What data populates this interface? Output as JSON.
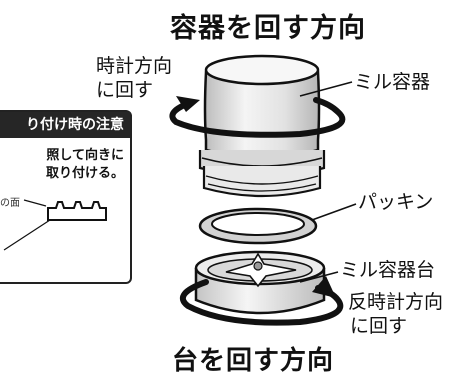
{
  "titles": {
    "top": "容器を回す方向",
    "bottom": "台を回す方向"
  },
  "labels": {
    "rotate_cw_line1": "時計方向",
    "rotate_cw_line2": "に回す",
    "mill_container": "ミル容器",
    "packing": "パッキン",
    "mill_base": "ミル容器台",
    "rotate_ccw_line1": "反時計方向",
    "rotate_ccw_line2": "に回す"
  },
  "note": {
    "header": "り付け時の注意",
    "line1": "照して向きに",
    "line2": "取り付ける。",
    "face_label": "の面"
  },
  "colors": {
    "ink": "#111111",
    "fill_light": "#e6e6e6",
    "fill_mid": "#cfcfcf",
    "header_bg": "#262626"
  }
}
